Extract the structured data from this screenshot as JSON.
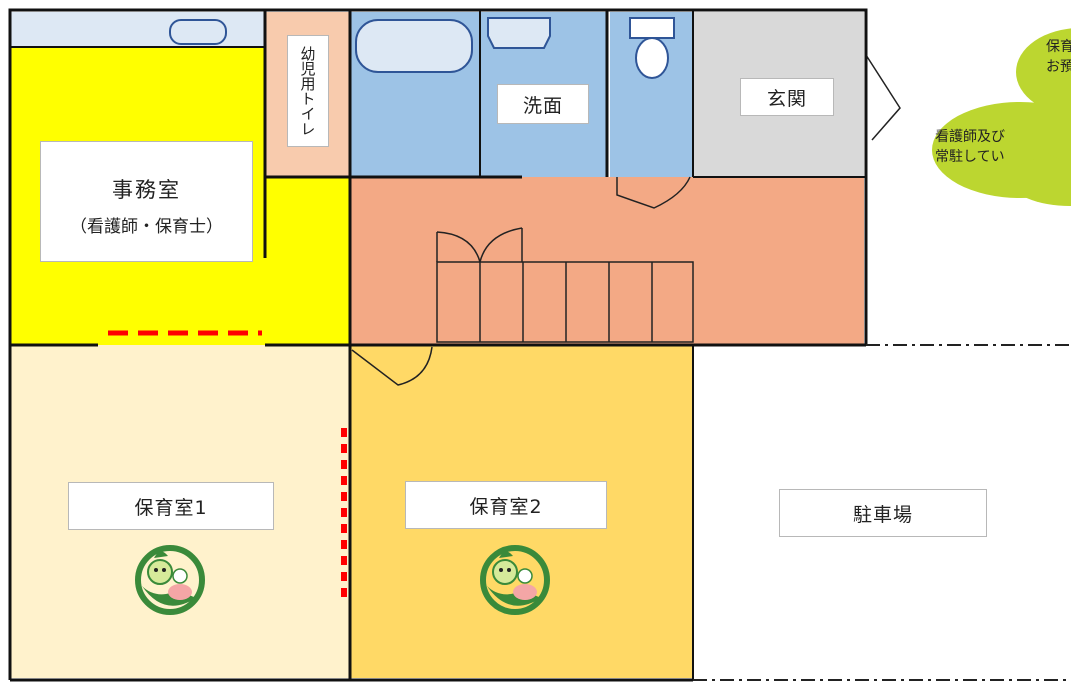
{
  "rooms": {
    "office_title": "事務室",
    "office_subtitle": "（看護師・保育士）",
    "infant_toilet": "幼児用トイレ",
    "washroom": "洗面",
    "entrance": "玄関",
    "nursery1": "保育室1",
    "nursery2": "保育室2",
    "parking": "駐車場"
  },
  "note": {
    "line1": "保育",
    "line2": "お預",
    "line3": "看護師及び",
    "line4": "常駐してい"
  },
  "colors": {
    "office": "#ffff00",
    "bath_blue": "#9dc3e6",
    "hallway": "#f3a985",
    "infant_toilet": "#f8cbad",
    "entrance": "#d9d9d9",
    "nursery1": "#fff2cc",
    "nursery2": "#ffd966",
    "cloud": "#bcd630",
    "marker": "#ff0000"
  },
  "icons": {
    "mascot1": "leaf-baby-mascot-icon",
    "mascot2": "leaf-baby-mascot-icon"
  }
}
